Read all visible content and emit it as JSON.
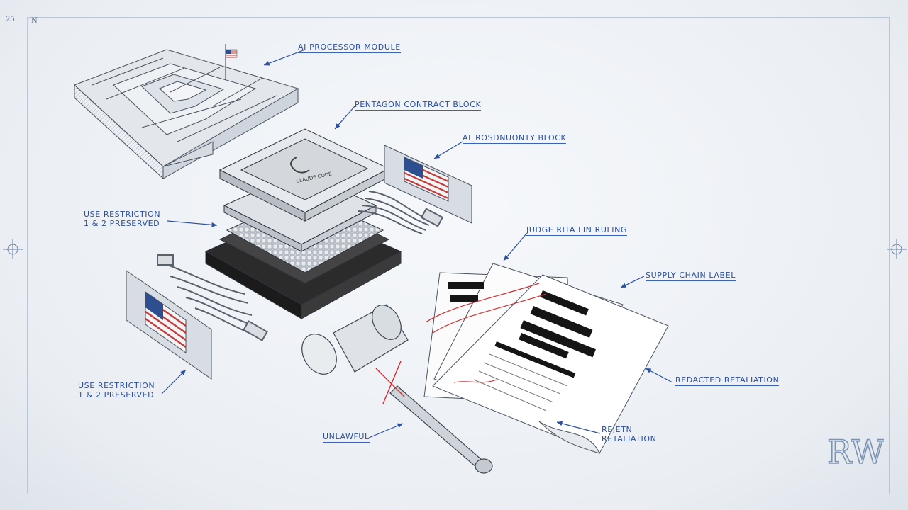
{
  "labels": {
    "ai_processor_module": "AI PROCESSOR MODULE",
    "pentagon_contract_block": "PENTAGON CONTRACT BLOCK",
    "ai_block": "AI_ROSDNUONTY BLOCK",
    "use_restriction_top_line1": "USE RESTRICTION",
    "use_restriction_top_line2": "1 & 2 PRESERVED",
    "judge_ruling": "JUDGE RITA LIN RULING",
    "supply_chain_label": "SUPPLY CHAIN LABEL",
    "redacted_retaliation": "REDACTED RETALIATION",
    "use_restriction_bottom_line1": "USE RESTRICTION",
    "use_restriction_bottom_line2": "1 & 2 PRESERVED",
    "unlawful": "UNLAWFUL",
    "reject_line1": "REJETN",
    "reject_line2": "RETALIATION"
  },
  "chip_text": "CLAUDE CODE",
  "logo_text": "RW",
  "corner_marks": {
    "top_left": "25",
    "top_left_2": "N"
  },
  "colors": {
    "ink_blue": "#2a4fa3",
    "pencil_gray": "#5b6470",
    "redaction_black": "#151515",
    "flag_red": "#c23a3a",
    "flag_blue": "#2d4f8f",
    "mark_red": "#d13030"
  },
  "icons": [
    "pentagon-building",
    "flag-icon",
    "chip-stack",
    "gavel-icon",
    "document-stack",
    "registration-mark-icon",
    "logo-rw"
  ]
}
